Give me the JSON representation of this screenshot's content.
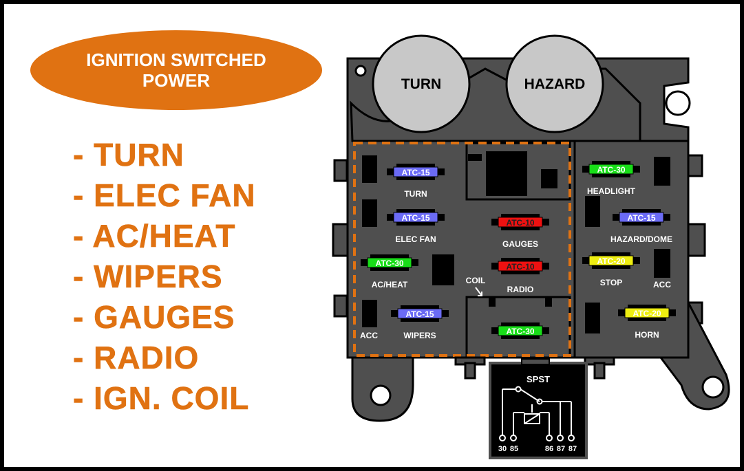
{
  "title": {
    "line1": "IGNITION SWITCHED",
    "line2": "POWER"
  },
  "circuits": [
    "- TURN",
    "- ELEC FAN",
    "- AC/HEAT",
    "- WIPERS",
    "- GAUGES",
    "- RADIO",
    "- IGN. COIL"
  ],
  "flashers": {
    "turn": "TURN",
    "hazard": "HAZARD"
  },
  "fuses": [
    {
      "id": "turn",
      "rating": "ATC-15",
      "label": "TURN",
      "color": "#6b6bf5"
    },
    {
      "id": "elec-fan",
      "rating": "ATC-15",
      "label": "ELEC FAN",
      "color": "#6b6bf5"
    },
    {
      "id": "gauges",
      "rating": "ATC-10",
      "label": "GAUGES",
      "color": "#ee1111"
    },
    {
      "id": "ac-heat",
      "rating": "ATC-30",
      "label": "AC/HEAT",
      "color": "#18dd18"
    },
    {
      "id": "radio",
      "rating": "ATC-10",
      "label": "RADIO",
      "color": "#ee1111"
    },
    {
      "id": "wipers",
      "rating": "ATC-15",
      "label": "WIPERS",
      "color": "#6b6bf5"
    },
    {
      "id": "coil",
      "rating": "ATC-30",
      "label": "",
      "color": "#18dd18"
    },
    {
      "id": "headlight",
      "rating": "ATC-30",
      "label": "HEADLIGHT",
      "color": "#18dd18"
    },
    {
      "id": "hazard-dome",
      "rating": "ATC-15",
      "label": "HAZARD/DOME",
      "color": "#6b6bf5"
    },
    {
      "id": "stop",
      "rating": "ATC-20",
      "label": "STOP",
      "color": "#eeee11"
    },
    {
      "id": "horn",
      "rating": "ATC-20",
      "label": "HORN",
      "color": "#eeee11"
    }
  ],
  "labels": {
    "acc_left": "ACC",
    "acc_right": "ACC",
    "coil": "COIL"
  },
  "relay": {
    "type": "SPST",
    "pins": [
      "30",
      "85",
      "86",
      "87",
      "87"
    ]
  },
  "colors": {
    "accent": "#e07212",
    "box": "#4f4f4f",
    "highlight": "#e07212"
  }
}
